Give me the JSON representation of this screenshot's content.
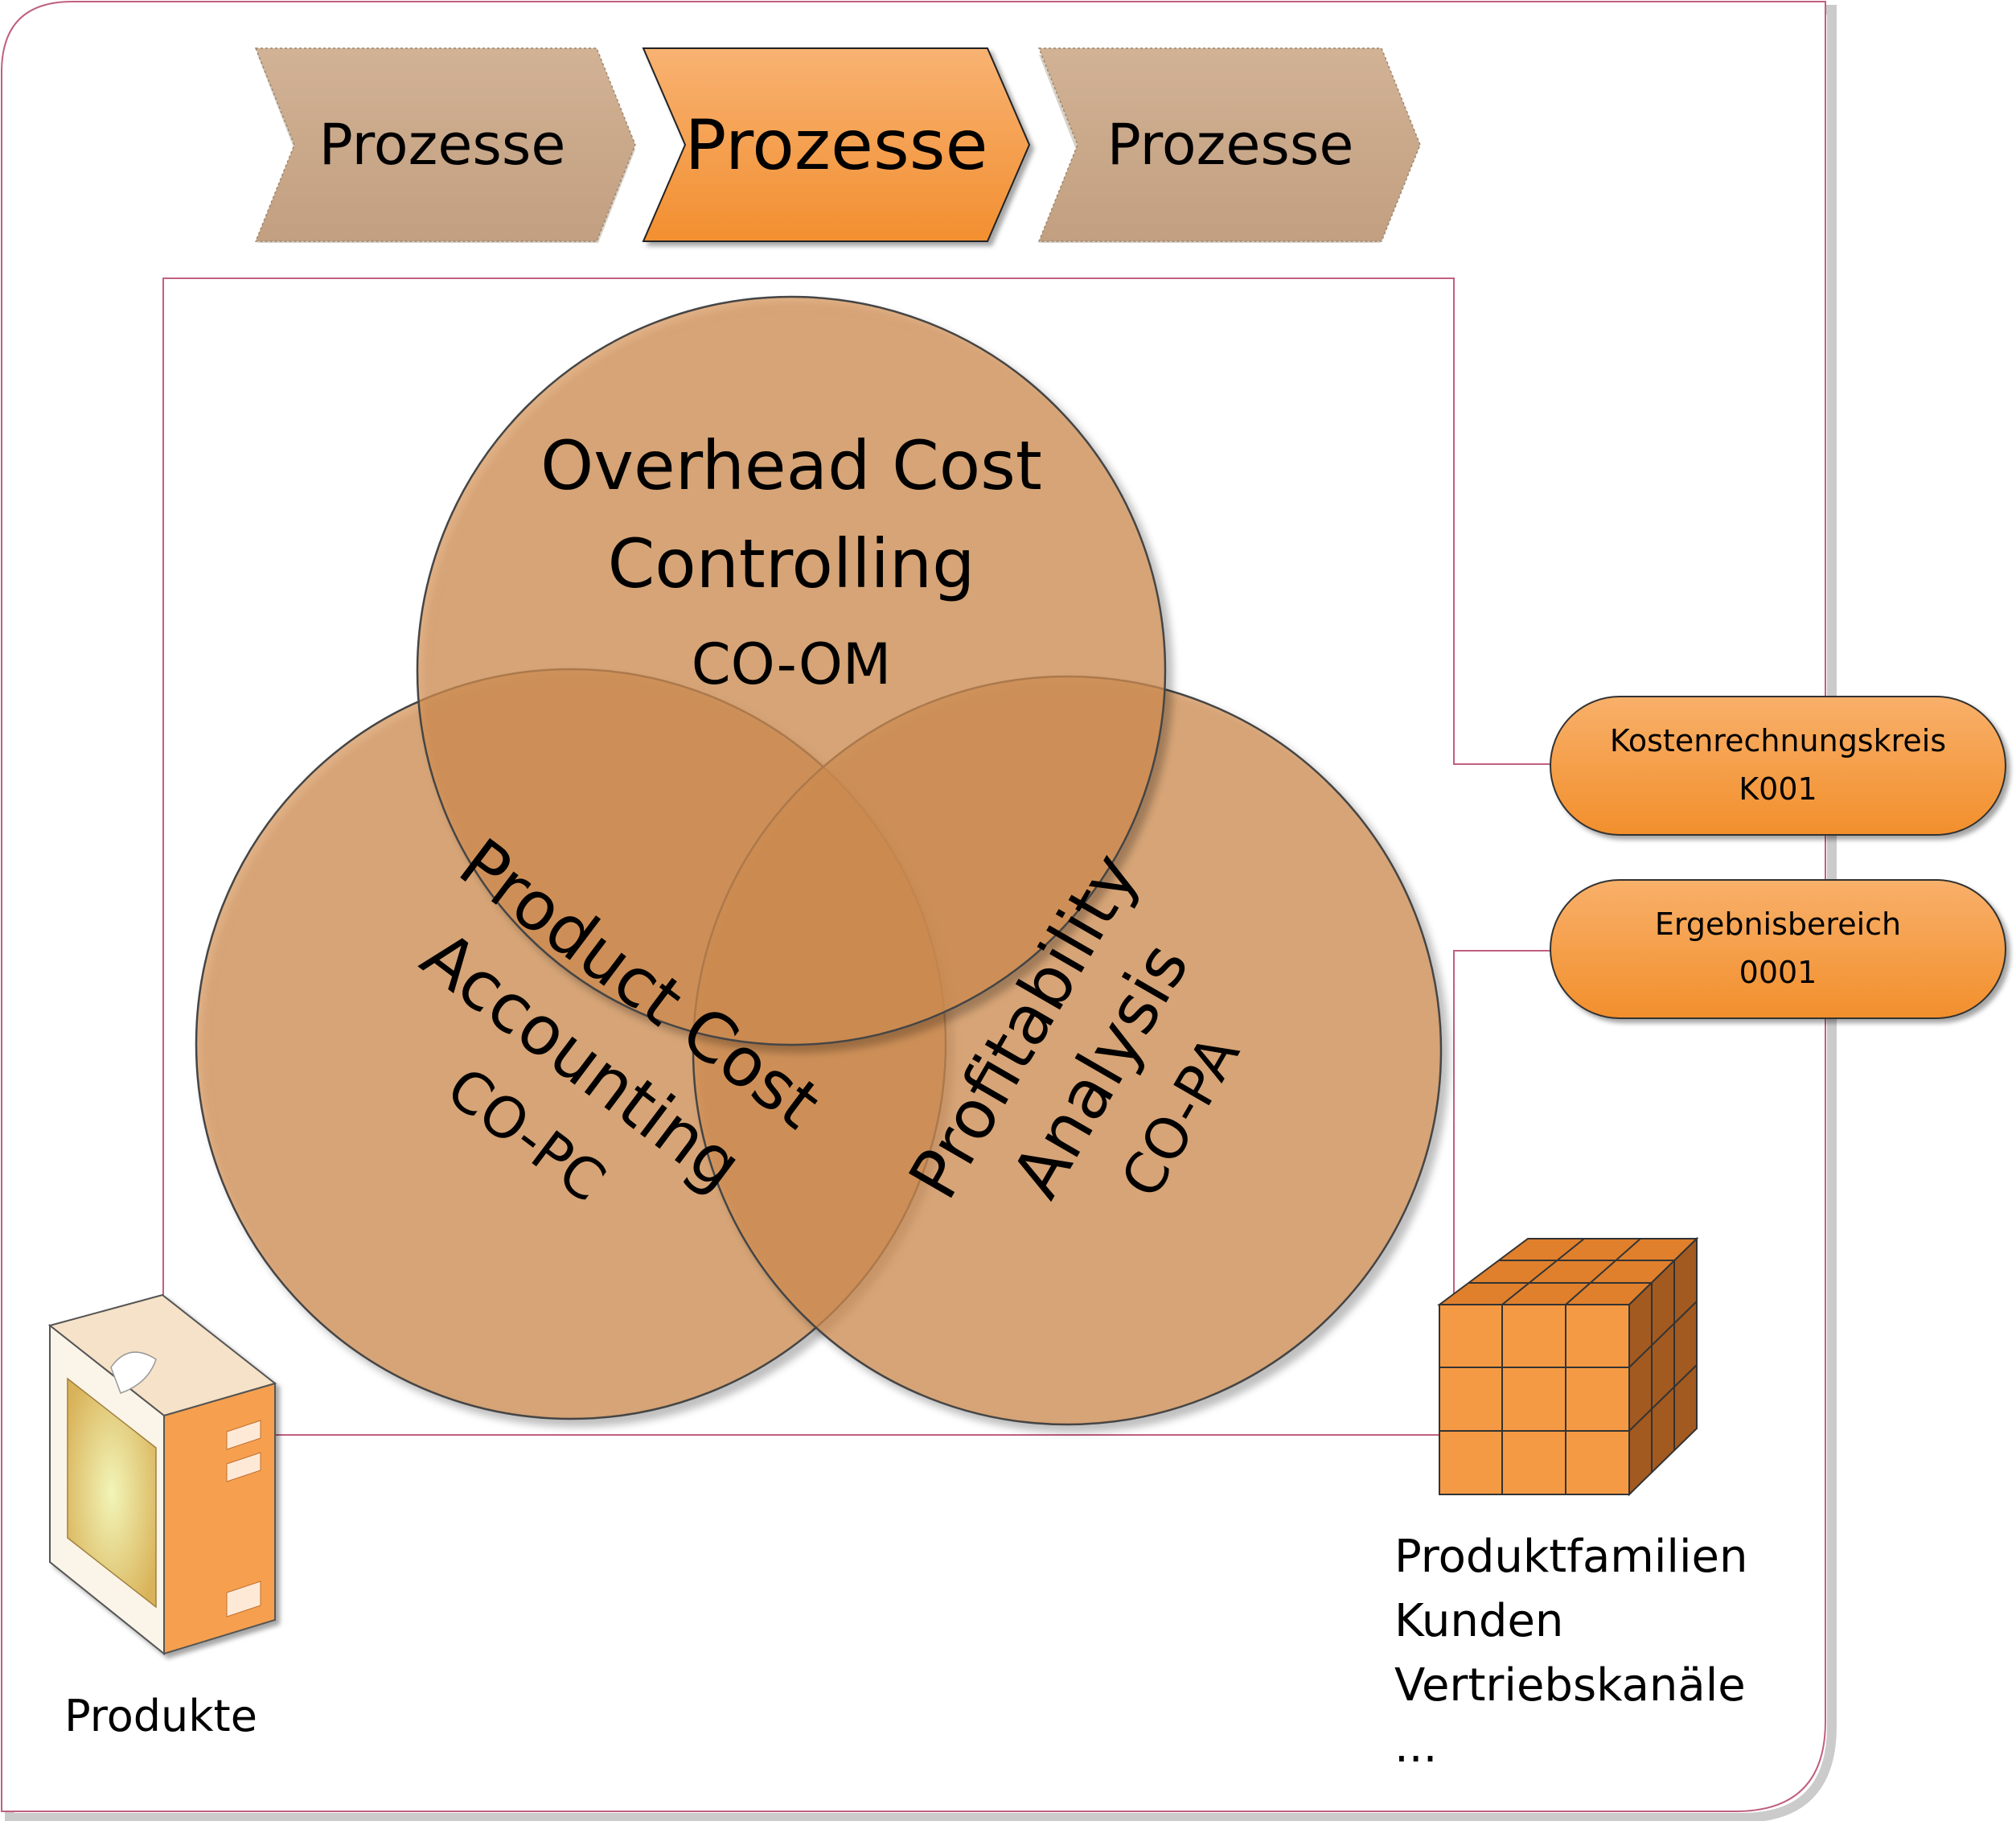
{
  "process_chevrons": [
    {
      "label": "Prozesse",
      "state": "inactive"
    },
    {
      "label": "Prozesse",
      "state": "active"
    },
    {
      "label": "Prozesse",
      "state": "inactive"
    }
  ],
  "circles": {
    "overhead": {
      "line1": "Overhead Cost",
      "line2": "Controlling",
      "code": "CO-OM"
    },
    "product": {
      "line1": "Product Cost",
      "line2": "Accounting",
      "code": "CO-PC"
    },
    "profit": {
      "line1": "Profitability",
      "line2": "Analysis",
      "code": "CO-PA"
    }
  },
  "org_units": {
    "controlling_area": {
      "label": "Kostenrechnungskreis",
      "value": "K001"
    },
    "operating_concern": {
      "label": "Ergebnisbereich",
      "value": "0001"
    }
  },
  "products": {
    "label": "Produkte",
    "icon": "product-box-icon"
  },
  "characteristics": {
    "icon": "data-cube-icon",
    "lines": [
      "Produktfamilien",
      "Kunden",
      "Vertriebskanäle",
      "..."
    ]
  },
  "colors": {
    "frame": "#c06080",
    "active_orange": "#f5963a",
    "inactive_tan": "#c9a583",
    "circle_fill": "#dca070",
    "circle_stroke": "#333333"
  }
}
